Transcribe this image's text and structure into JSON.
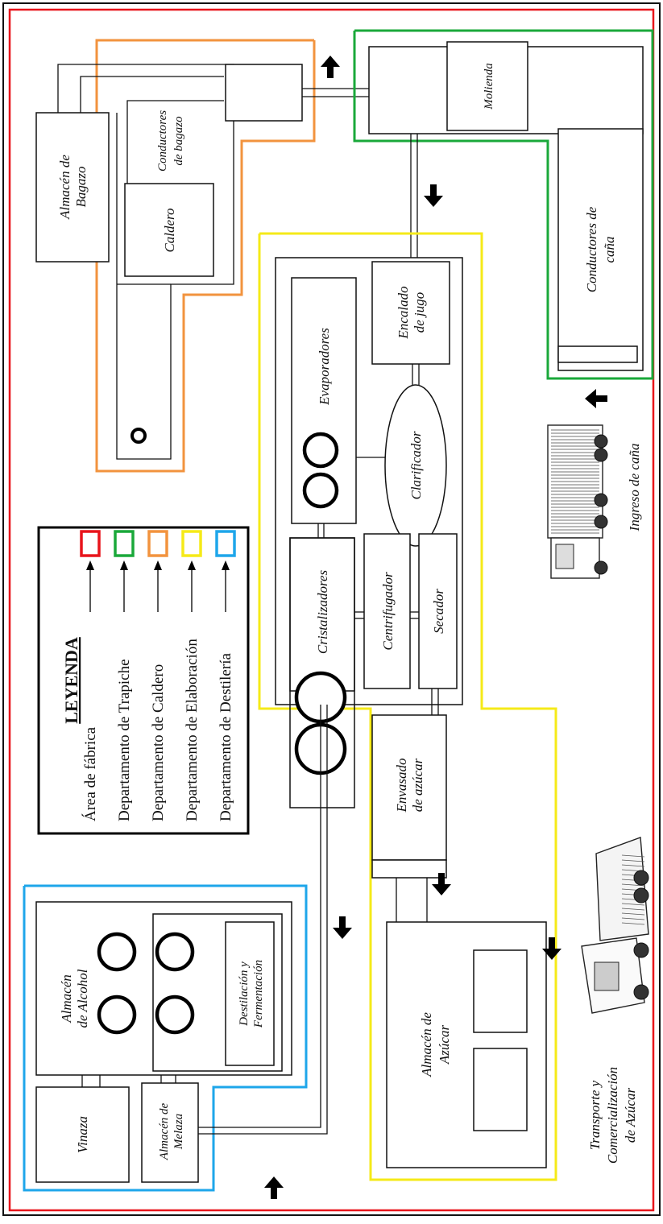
{
  "colors": {
    "fabrica": "#e8141b",
    "trapiche": "#1aa83a",
    "caldero": "#f2933e",
    "elaboracion": "#f5ea18",
    "destileria": "#1ea6ea"
  },
  "labels": {
    "almacen_bagazo": [
      "Almacén de",
      "Bagazo"
    ],
    "conductores_bagazo": [
      "Conductores",
      "de bagazo"
    ],
    "caldero": "Caldero",
    "molienda": "Molienda",
    "conductores_cana": [
      "Conductores de",
      "caña"
    ],
    "evaporadores": "Evaporadores",
    "encalado": [
      "Encalado",
      "de jugo"
    ],
    "clarificador": "Clarificador",
    "cristalizadores": "Cristalizadores",
    "centrifugador": "Centrifugador",
    "secador": "Secador",
    "envasado": [
      "Envasado",
      "de azúcar"
    ],
    "almacen_alcohol": [
      "Almacén",
      "de Alcohol"
    ],
    "destilacion": [
      "Destilación y",
      "Fermentación"
    ],
    "almacen_melaza": [
      "Almacén de",
      "Melaza"
    ],
    "vinaza": "Vinaza",
    "almacen_azucar": [
      "Almacén de",
      "Azúcar"
    ],
    "ingreso_cana": "Ingreso de caña",
    "transporte": [
      "Transporte y",
      "Comercialización",
      "de Azúcar"
    ]
  },
  "legend": {
    "title": "LEYENDA",
    "items": [
      {
        "label": "Área de fábrica",
        "color": "#e8141b"
      },
      {
        "label": "Departamento de Trapiche",
        "color": "#1aa83a"
      },
      {
        "label": "Departamento de Caldero",
        "color": "#f2933e"
      },
      {
        "label": "Departamento de Elaboración",
        "color": "#f5ea18"
      },
      {
        "label": "Departamento de Destilería",
        "color": "#1ea6ea"
      }
    ]
  },
  "icons": {
    "arrow": "block-arrow-icon",
    "truck_in": "cane-truck-icon",
    "truck_out": "sugar-truck-icon"
  }
}
